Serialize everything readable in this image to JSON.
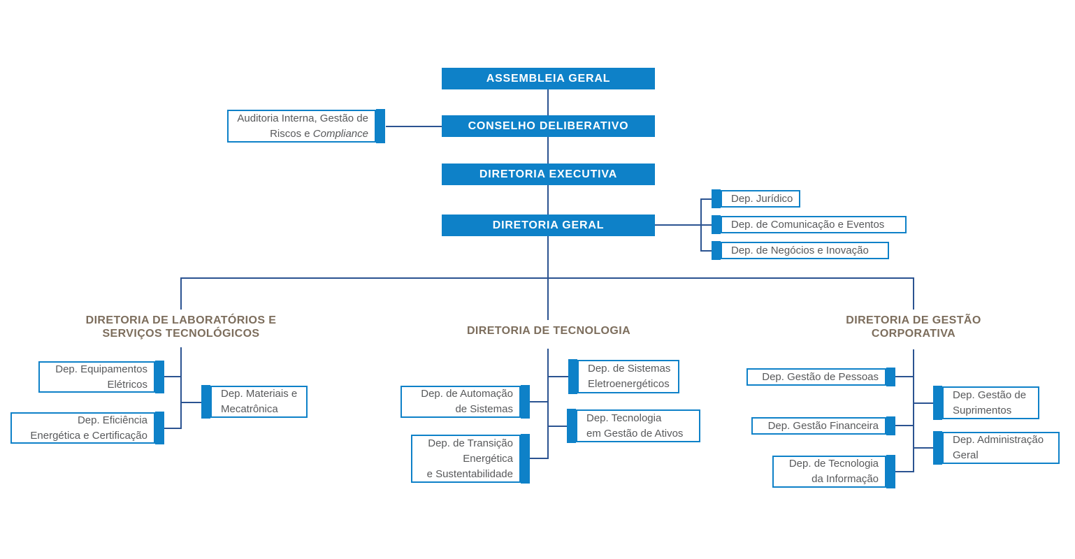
{
  "palette": {
    "blue": "#0e81c8",
    "line": "#2b5391",
    "boxtext": "#58595b",
    "heading": "#7c6d5c",
    "bg": "#ffffff"
  },
  "chart": {
    "top": {
      "assembleia": "ASSEMBLEIA GERAL",
      "conselho": "CONSELHO DELIBERATIVO",
      "executiva": "DIRETORIA EXECUTIVA",
      "geral": "DIRETORIA GERAL"
    },
    "staff": {
      "auditoria": {
        "line1": "Auditoria Interna, Gestão de",
        "line2_text": "Riscos e ",
        "line2_italic": "Compliance"
      }
    },
    "geral_departments": {
      "juridico": "Dep. Jurídico",
      "comunicacao": "Dep. de Comunicação e Eventos",
      "negocios": "Dep. de Negócios e Inovação"
    },
    "divisions": {
      "labs": {
        "line1": "DIRETORIA DE LABORATÓRIOS E",
        "line2": "SERVIÇOS TECNOLÓGICOS"
      },
      "tecnologia": {
        "line1": "DIRETORIA DE TECNOLOGIA"
      },
      "gestao": {
        "line1": "DIRETORIA DE GESTÃO",
        "line2": "CORPORATIVA"
      }
    },
    "labs_departments": {
      "equipamentos": {
        "line1": "Dep. Equipamentos",
        "line2": "Elétricos"
      },
      "eficiencia": {
        "line1": "Dep. Eficiência",
        "line2": "Energética e Certificação"
      },
      "materiais": {
        "line1": "Dep. Materiais e",
        "line2": "Mecatrônica"
      }
    },
    "tecnologia_departments": {
      "automacao": {
        "line1": "Dep. de Automação",
        "line2": "de Sistemas"
      },
      "transicao": {
        "line1": "Dep. de Transição",
        "line2": "Energética",
        "line3": "e Sustentabilidade"
      },
      "eletro": {
        "line1": "Dep. de Sistemas",
        "line2": "Eletroenergéticos"
      },
      "ativos": {
        "line1": "Dep. Tecnologia",
        "line2": "em Gestão de Ativos"
      }
    },
    "gestao_departments": {
      "pessoas": "Dep. Gestão de Pessoas",
      "financeira": "Dep. Gestão Financeira",
      "ti": {
        "line1": "Dep. de Tecnologia",
        "line2": "da Informação"
      },
      "suprimentos": {
        "line1": "Dep. Gestão de",
        "line2": "Suprimentos"
      },
      "administracao": {
        "line1": "Dep. Administração",
        "line2": "Geral"
      }
    }
  }
}
